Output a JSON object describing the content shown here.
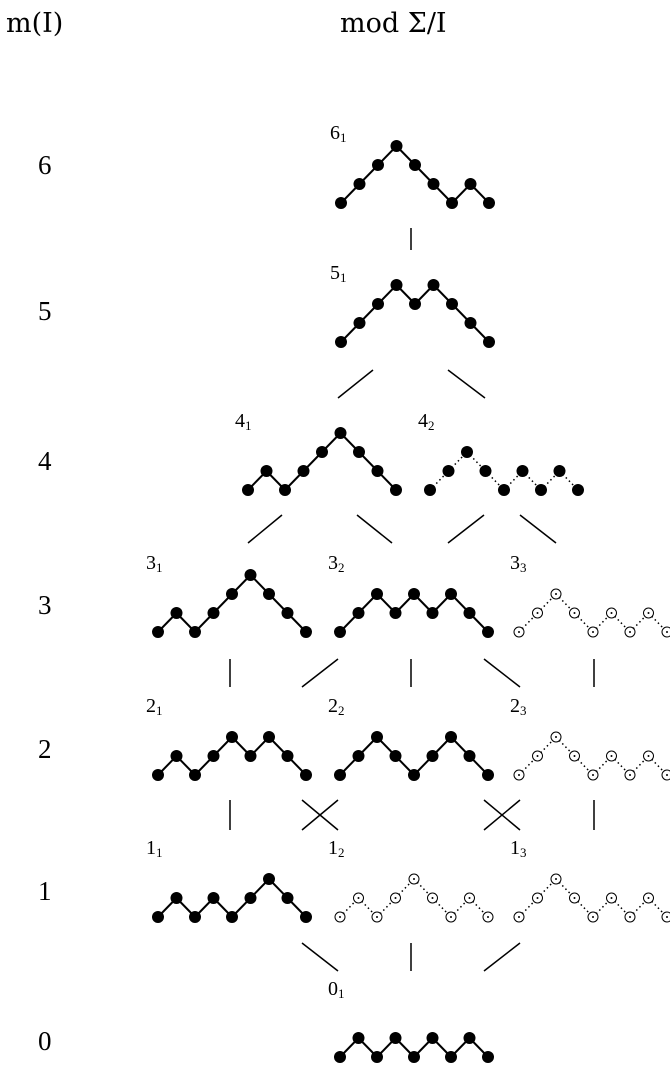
{
  "header": {
    "left_label": "m(I)",
    "right_label": "mod Σ/I"
  },
  "levels": [
    "6",
    "5",
    "4",
    "3",
    "2",
    "1",
    "0"
  ],
  "nodes": [
    {
      "id": "6_1",
      "label": "6",
      "sub": "1",
      "style": "filled"
    },
    {
      "id": "5_1",
      "label": "5",
      "sub": "1",
      "style": "filled"
    },
    {
      "id": "4_1",
      "label": "4",
      "sub": "1",
      "style": "filled"
    },
    {
      "id": "4_2",
      "label": "4",
      "sub": "2",
      "style": "mixed"
    },
    {
      "id": "3_1",
      "label": "3",
      "sub": "1",
      "style": "filled"
    },
    {
      "id": "3_2",
      "label": "3",
      "sub": "2",
      "style": "filled"
    },
    {
      "id": "3_3",
      "label": "3",
      "sub": "3",
      "style": "dotted"
    },
    {
      "id": "2_1",
      "label": "2",
      "sub": "1",
      "style": "filled"
    },
    {
      "id": "2_2",
      "label": "2",
      "sub": "2",
      "style": "filled"
    },
    {
      "id": "2_3",
      "label": "2",
      "sub": "3",
      "style": "dotted"
    },
    {
      "id": "1_1",
      "label": "1",
      "sub": "1",
      "style": "filled"
    },
    {
      "id": "1_2",
      "label": "1",
      "sub": "2",
      "style": "dotted"
    },
    {
      "id": "1_3",
      "label": "1",
      "sub": "3",
      "style": "dotted"
    },
    {
      "id": "0_1",
      "label": "0",
      "sub": "1",
      "style": "filled"
    }
  ],
  "edges": [
    [
      "6_1",
      "5_1"
    ],
    [
      "5_1",
      "4_1"
    ],
    [
      "5_1",
      "4_2"
    ],
    [
      "4_1",
      "3_1"
    ],
    [
      "4_1",
      "3_2"
    ],
    [
      "4_2",
      "3_2"
    ],
    [
      "4_2",
      "3_3"
    ],
    [
      "3_1",
      "2_1"
    ],
    [
      "3_2",
      "2_1"
    ],
    [
      "3_2",
      "2_2"
    ],
    [
      "3_2",
      "2_3"
    ],
    [
      "3_3",
      "2_3"
    ],
    [
      "2_1",
      "1_1"
    ],
    [
      "2_1",
      "1_2"
    ],
    [
      "2_2",
      "1_1"
    ],
    [
      "2_2",
      "1_3"
    ],
    [
      "2_3",
      "1_2"
    ],
    [
      "2_3",
      "1_3"
    ],
    [
      "1_1",
      "0_1"
    ],
    [
      "1_2",
      "0_1"
    ],
    [
      "1_3",
      "0_1"
    ]
  ]
}
